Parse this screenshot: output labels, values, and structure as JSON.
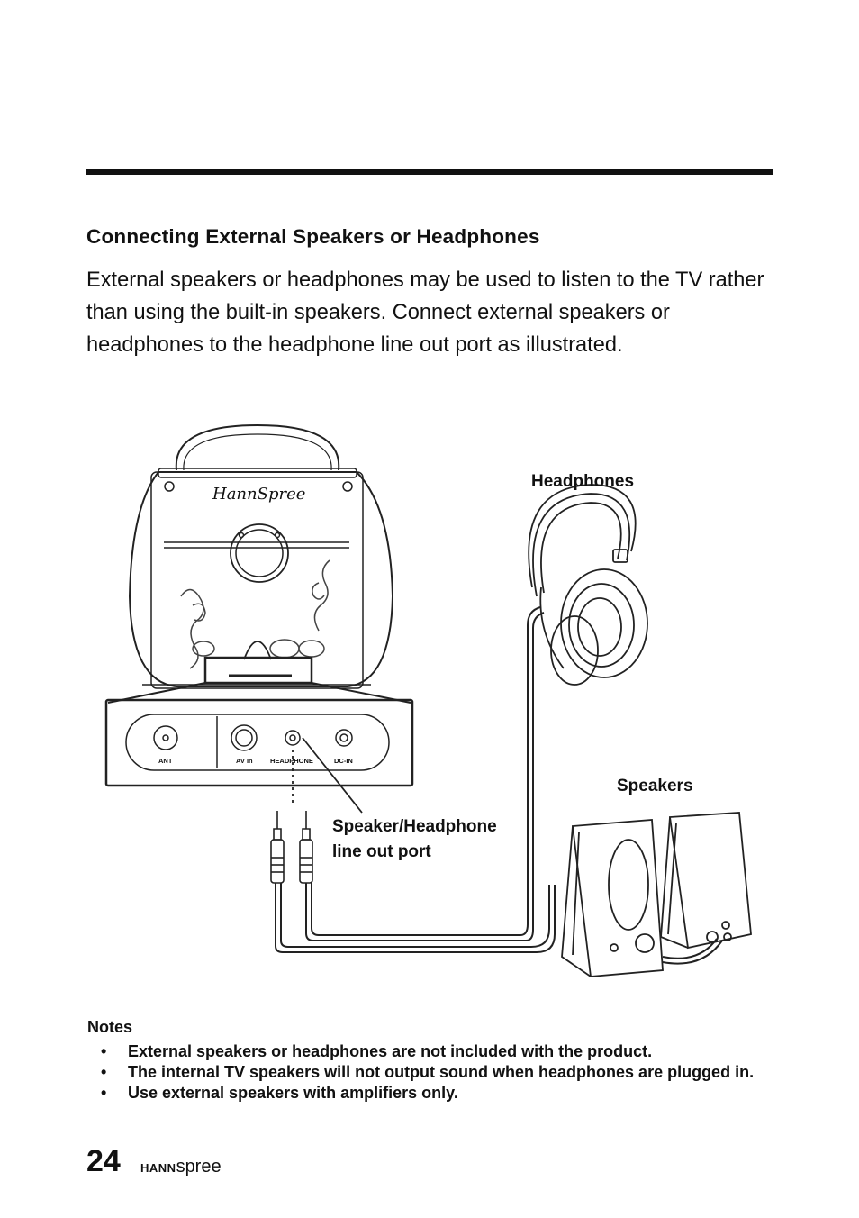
{
  "heading": "Connecting External Speakers or Headphones",
  "intro": "External speakers or headphones may be used to listen to the TV rather than using the built-in speakers. Connect external speakers or headphones to the headphone line out port as illustrated.",
  "diagram": {
    "headphones_label": "Headphones",
    "speakers_label": "Speakers",
    "port_label_line1": "Speaker/Headphone",
    "port_label_line2": "line out port",
    "tv_logo": "HannSpree",
    "ports": [
      "ANT",
      "AV In",
      "HEADPHONE",
      "DC-IN"
    ]
  },
  "notes": {
    "title": "Notes",
    "items": [
      "External speakers or headphones are not included with the product.",
      "The internal TV speakers will not output sound when headphones are plugged in.",
      "Use external speakers with amplifiers only."
    ]
  },
  "footer": {
    "page_number": "24",
    "brand_bold": "HANN",
    "brand_light": "spree"
  }
}
